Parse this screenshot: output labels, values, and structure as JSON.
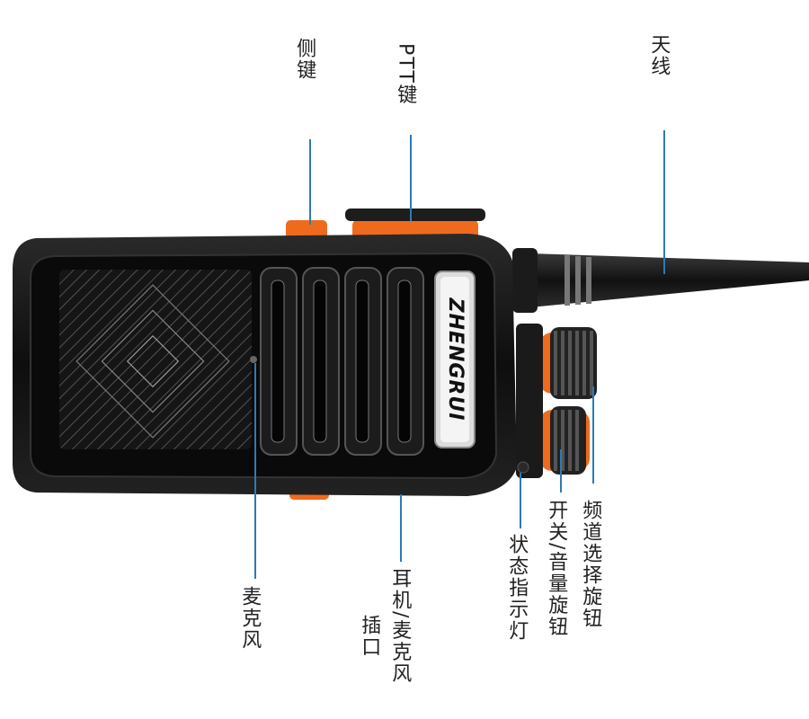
{
  "labels": {
    "side_key": "侧键",
    "ptt_key": "PTT键",
    "antenna": "天线",
    "microphone": "麦克风",
    "earphone_jack_line1": "耳机/麦克风",
    "earphone_jack_line2": "插口",
    "status_led": "状态指示灯",
    "power_volume_knob": "开关/音量旋钮",
    "channel_knob": "频道选择旋钮"
  },
  "brand": "ZHENGRUI",
  "colors": {
    "leader": "#2b7bb9",
    "accent": "#f06a1e",
    "body": "#141414"
  }
}
